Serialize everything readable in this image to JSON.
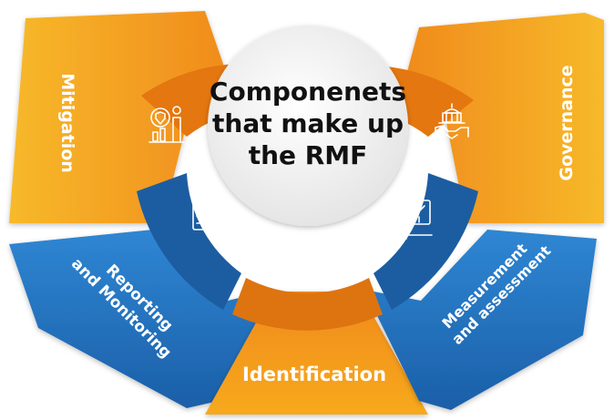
{
  "center": {
    "lines": [
      "Componenets",
      "that make up",
      "the RMF"
    ]
  },
  "segments": {
    "mitigation": {
      "label": "Mitigation",
      "icon": "gear-shield-person-icon"
    },
    "governance": {
      "label": "Governance",
      "icon": "capitol-handshake-icon"
    },
    "reporting": {
      "line1": "Reporting",
      "line2": "and Monitoring",
      "icon": "person-checklist-icon"
    },
    "identification": {
      "label": "Identification",
      "icon": "face-scan-icon"
    },
    "measurement": {
      "line1": "Measurement",
      "line2": "and assessment",
      "icon": "person-chart-icon"
    }
  },
  "colors": {
    "orange_light": "#f7b92a",
    "orange_dark": "#f08a1c",
    "blue_light": "#2f86d3",
    "blue_dark": "#1b5fa8",
    "center_fill": "#f2f2f2",
    "center_text": "#111111"
  }
}
